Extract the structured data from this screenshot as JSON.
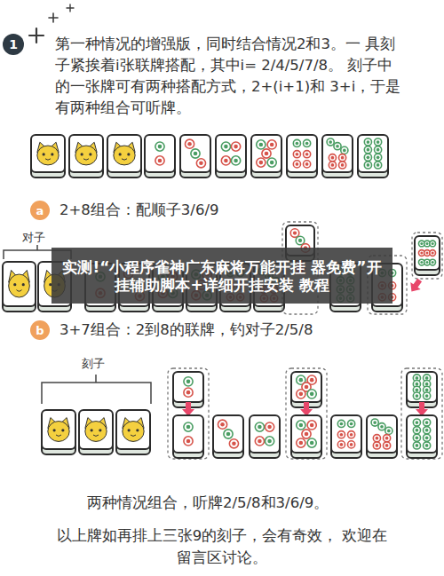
{
  "diagram": {
    "nodes": [
      {
        "text": [
          "1"
        ]
      },
      {
        "text": [
          "a"
        ]
      },
      {
        "text": [
          "实测!“小程序雀神广东麻将万能开挂 器免费”开挂辅助脚本+详细开挂安装 教程"
        ]
      },
      {
        "text": [
          "b"
        ]
      }
    ],
    "labels": [
      "第一种情况的增强版，同时结合情况2和3。一 具刻子紧挨着i张联牌搭配，其中i= 2/4/5/7/8。 刻子中的一张牌可有两种搭配方式，2+(i+1)和 3+i，于是有两种组合可听牌。",
      "2+8组合：配顺子3/6/9",
      "对子",
      "3+7组合：2到8的联牌，钓对子2/5/8",
      "刻子",
      "两种情况组合，听牌2/5/8和3/6/9。",
      "以上牌如再排上三张9的刻子，会有奇效， 欢迎在留言区讨论。"
    ]
  }
}
